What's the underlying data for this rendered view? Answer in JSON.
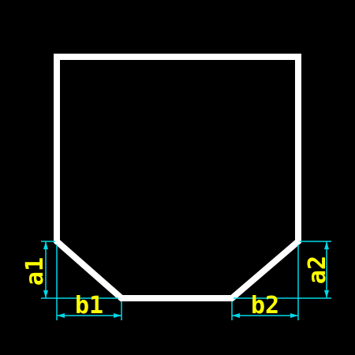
{
  "colors": {
    "background": "#000000",
    "outline": "#ffffff",
    "dimension_line": "#00d8e8",
    "dimension_text": "#ffff00"
  },
  "labels": {
    "a1": "a1",
    "a2": "a2",
    "b1": "b1",
    "b2": "b2"
  }
}
